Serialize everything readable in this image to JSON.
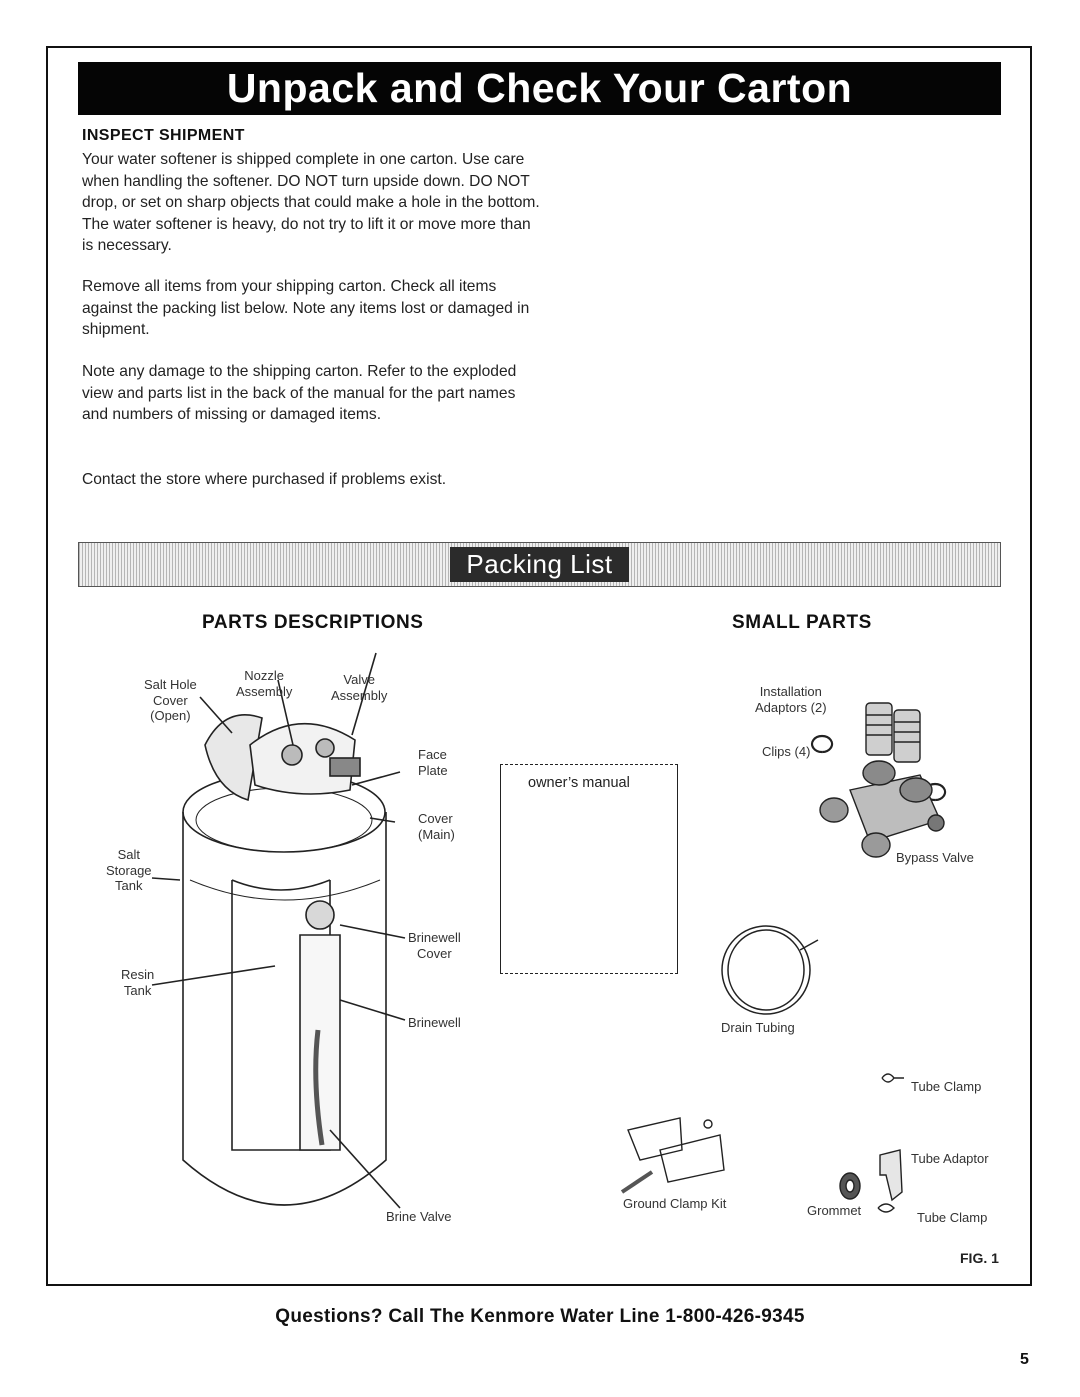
{
  "title": "Unpack and Check Your Carton",
  "inspect": {
    "heading": "INSPECT SHIPMENT",
    "paragraphs": [
      "Your water softener is shipped complete in one carton. Use care when handling the softener. DO NOT turn upside down. DO NOT drop, or set on sharp objects that could make a hole in the bottom. The water softener is heavy, do not try to lift it or move more than is necessary.",
      "Remove all items from your shipping carton. Check all items against the packing list below. Note any items lost or damaged in shipment.",
      "Note any damage to the shipping carton. Refer to the exploded view and parts list in the back of the manual for the part names and numbers of missing or damaged items.",
      "Contact the store where purchased if problems exist."
    ]
  },
  "packing_list": "Packing List",
  "parts_descriptions": {
    "heading": "PARTS DESCRIPTIONS",
    "labels": {
      "salt_hole_cover": [
        "Salt Hole",
        "Cover",
        "(Open)"
      ],
      "nozzle_assembly": [
        "Nozzle",
        "Assembly"
      ],
      "valve_assembly": [
        "Valve",
        "Assembly"
      ],
      "face_plate": [
        "Face",
        "Plate"
      ],
      "cover_main": [
        "Cover",
        "(Main)"
      ],
      "salt_storage_tank": [
        "Salt",
        "Storage",
        "Tank"
      ],
      "resin_tank": [
        "Resin",
        "Tank"
      ],
      "brinewell_cover": [
        "Brinewell",
        "Cover"
      ],
      "brinewell": "Brinewell",
      "brine_valve": "Brine Valve"
    }
  },
  "owners_manual": "owner’s manual",
  "small_parts": {
    "heading": "SMALL PARTS",
    "labels": {
      "installation_adaptors": [
        "Installation",
        "Adaptors (2)"
      ],
      "clips": "Clips (4)",
      "bypass_valve": "Bypass Valve",
      "drain_tubing": "Drain Tubing",
      "tube_clamp_1": "Tube Clamp",
      "tube_adaptor": "Tube Adaptor",
      "ground_clamp_kit": "Ground Clamp Kit",
      "grommet": "Grommet",
      "tube_clamp_2": "Tube Clamp"
    }
  },
  "fig": "FIG. 1",
  "footer": "Questions? Call The Kenmore Water Line 1-800-426-9345",
  "page_number": "5",
  "colors": {
    "title_bar": "#050505",
    "pack_label_bg": "#2b2b2b",
    "text": "#222222"
  }
}
